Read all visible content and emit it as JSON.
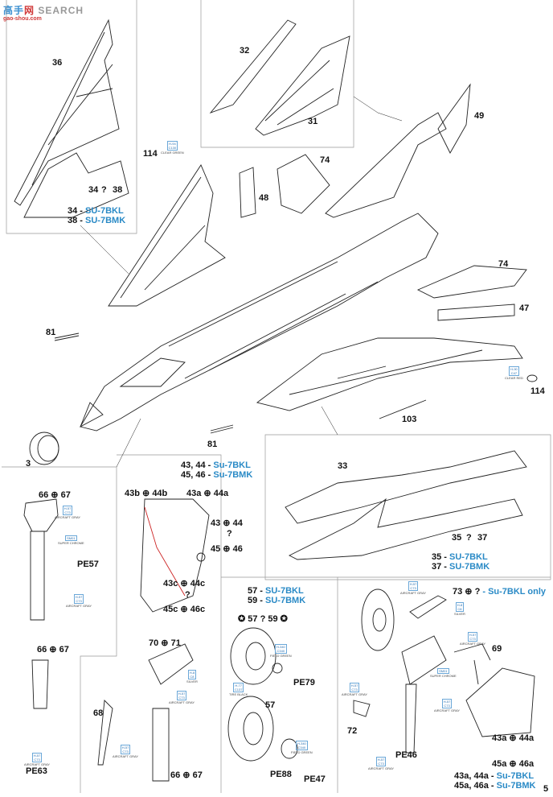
{
  "watermark": {
    "brand_a": "高手",
    "brand_b": "网",
    "brand_c": "SEARCH",
    "site": "gao-shou.com"
  },
  "page_number": "5",
  "labels": {
    "p36": "36",
    "p34_38": "34",
    "p38b": "38",
    "v34": "34 -",
    "v34_name": "SU-7BKL",
    "v38": "38 -",
    "v38_name": "SU-7BMK",
    "p32": "32",
    "p31": "31",
    "p49": "49",
    "p114a": "114",
    "p48": "48",
    "p74a": "74",
    "p74b": "74",
    "p47": "47",
    "p114b": "114",
    "p81a": "81",
    "p103": "103",
    "p81b": "81",
    "p3": "3",
    "p33": "33",
    "p35_37a": "35",
    "p35_37b": "37",
    "v35": "35 -",
    "v35_name": "SU-7BKL",
    "v37": "37 -",
    "v37_name": "SU-7BMK",
    "h43_44": "43, 44 -",
    "h43_name": "Su-7BKL",
    "h45_46": "45, 46 -",
    "h45_name": "Su-7BMK",
    "p43b": "43b",
    "p44b": "44b",
    "p43a": "43a",
    "p44a": "44a",
    "p43": "43",
    "p44": "44",
    "p45": "45",
    "p46": "46",
    "p43c": "43c",
    "p44c": "44c",
    "p45c": "45c",
    "p46c": "46c",
    "p66a": "66",
    "p67a": "67",
    "pe57": "PE57",
    "p66b": "66",
    "p67b": "67",
    "pe63": "PE63",
    "p70": "70",
    "p71": "71",
    "p68": "68",
    "p66c": "66",
    "p67c": "67",
    "w57": "57 -",
    "w57_name": "SU-7BKL",
    "w59": "59 -",
    "w59_name": "SU-7BMK",
    "p57": "57",
    "p59": "59",
    "pe79": "PE79",
    "p57b": "57",
    "pe88": "PE88",
    "pe47": "PE47",
    "p73": "73",
    "p73_note": "- Su-7BKL only",
    "p69": "69",
    "p72": "72",
    "pe46": "PE46",
    "r43a": "43a",
    "r44a": "44a",
    "r45a": "45a",
    "r46a": "46a",
    "f43a": "43a, 44a -",
    "f43a_name": "Su-7BKL",
    "f45a": "45a, 46a -",
    "f45a_name": "Su-7BMK"
  },
  "paints": {
    "c130": {
      "code": "H-94\nC130",
      "name": "CLEAR GREEN"
    },
    "c27": {
      "code": "H-90\nC47",
      "name": "CLEAR RED"
    },
    "c73a": {
      "code": "H-57\nC73",
      "name": "AIRCRAFT GRAY"
    },
    "sm01a": {
      "code": "SM01",
      "name": "SUPER CHROME"
    },
    "c73b": {
      "code": "H-57\nC73",
      "name": "AIRCRAFT GRAY"
    },
    "c73c": {
      "code": "H-57\nC73",
      "name": "AIRCRAFT GRAY"
    },
    "c8a": {
      "code": "H-8\nC8",
      "name": "SILVER"
    },
    "c73d": {
      "code": "H-57\nC73",
      "name": "AIRCRAFT GRAY"
    },
    "c73e": {
      "code": "H-57\nC73",
      "name": "AIRCRAFT GRAY"
    },
    "c340a": {
      "code": "H-340\nC340",
      "name": "FIELD GREEN"
    },
    "c137": {
      "code": "H-77\nC137",
      "name": "TIRE BLACK"
    },
    "c340b": {
      "code": "H-340\nC340",
      "name": "FIELD GREEN"
    },
    "c73f": {
      "code": "H-57\nC73",
      "name": "AIRCRAFT GRAY"
    },
    "c8b": {
      "code": "H-8\nC8",
      "name": "SILVER"
    },
    "c73g": {
      "code": "H-57\nC73",
      "name": "AIRCRAFT GRAY"
    },
    "sm01b": {
      "code": "SM01",
      "name": "SUPER CHROME"
    },
    "c73h": {
      "code": "H-57\nC73",
      "name": "AIRCRAFT GRAY"
    },
    "c73i": {
      "code": "H-57\nC73",
      "name": "AIRCRAFT GRAY"
    },
    "c73j": {
      "code": "H-57\nC73",
      "name": "AIRCRAFT GRAY"
    }
  },
  "colors": {
    "accent": "#2a8ac6",
    "line": "#222222",
    "frame": "#888888",
    "red": "#cc2222"
  }
}
